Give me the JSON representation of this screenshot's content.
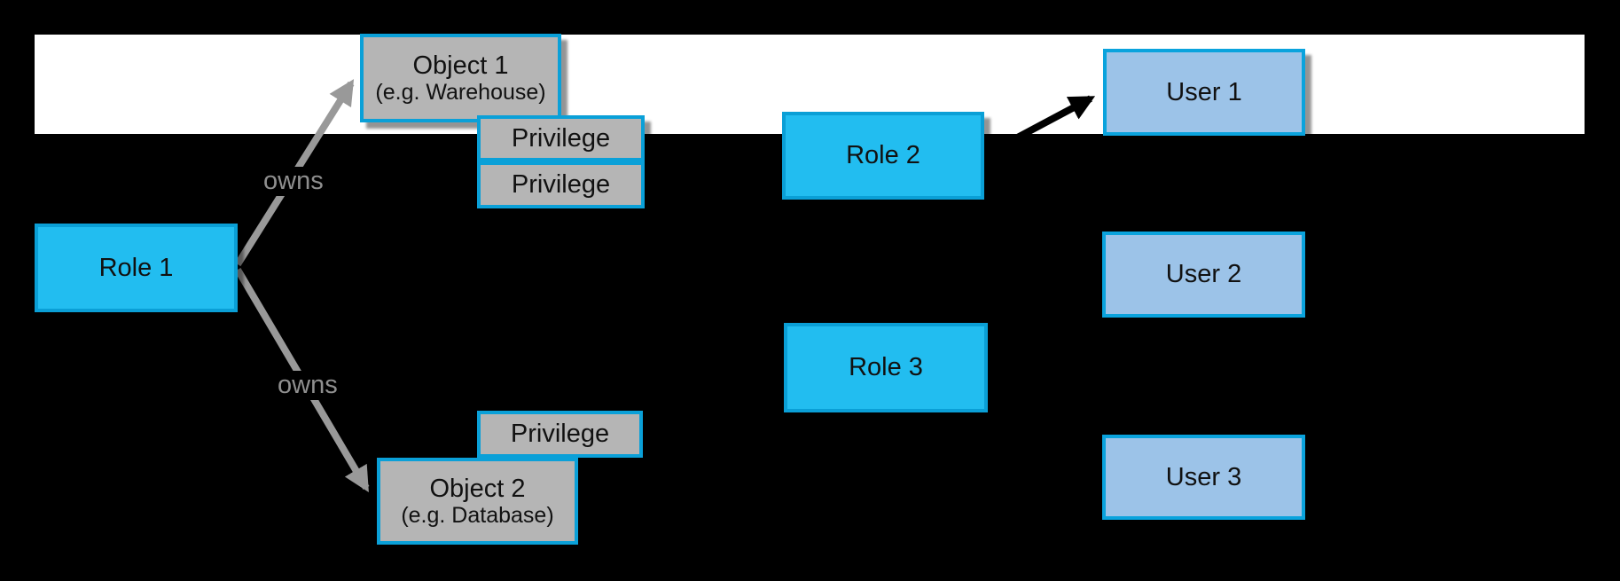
{
  "colors": {
    "background": "#000000",
    "band": "#ffffff",
    "role_fill": "#22bdf0",
    "role_border": "#0a9fd6",
    "user_fill": "#9cc3e8",
    "user_border": "#0aa3dd",
    "object_fill": "#b5b5b5",
    "object_border": "#0aa0d8",
    "arrow_gray": "#999999",
    "arrow_black": "#000000",
    "owns_text": "#8f8f8f"
  },
  "nodes": {
    "role1": {
      "label": "Role 1"
    },
    "role2": {
      "label": "Role 2"
    },
    "role3": {
      "label": "Role 3"
    },
    "object1": {
      "label": "Object 1",
      "sublabel": "(e.g. Warehouse)"
    },
    "object2": {
      "label": "Object 2",
      "sublabel": "(e.g. Database)"
    },
    "privilege1": {
      "label": "Privilege"
    },
    "privilege2": {
      "label": "Privilege"
    },
    "privilege3": {
      "label": "Privilege"
    },
    "user1": {
      "label": "User 1"
    },
    "user2": {
      "label": "User 2"
    },
    "user3": {
      "label": "User 3"
    }
  },
  "edges": {
    "owns1": {
      "label": "owns"
    },
    "owns2": {
      "label": "owns"
    }
  }
}
